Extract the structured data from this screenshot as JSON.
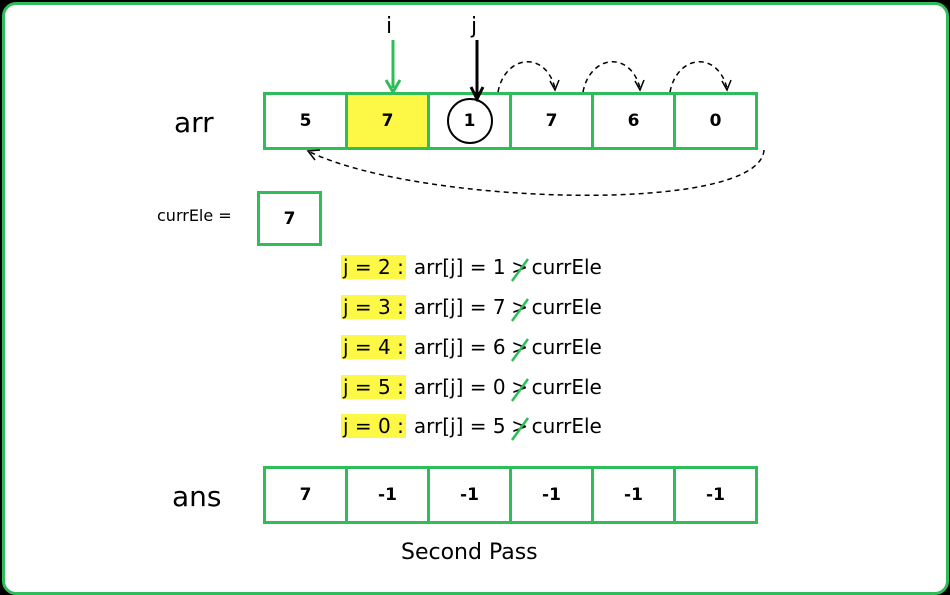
{
  "labels": {
    "arr": "arr",
    "ans": "ans",
    "curr_ele": "currEle =",
    "pointer_i": "i",
    "pointer_j": "j",
    "caption": "Second Pass"
  },
  "arr": [
    "5",
    "7",
    "1",
    "7",
    "6",
    "0"
  ],
  "ans": [
    "7",
    "-1",
    "-1",
    "-1",
    "-1",
    "-1"
  ],
  "curr_ele_value": "7",
  "steps": [
    {
      "j": "j = 2 :",
      "expr": "arr[j] = 1",
      "op": ">",
      "rhs": "currEle"
    },
    {
      "j": "j = 3 :",
      "expr": "arr[j] = 7",
      "op": ">",
      "rhs": "currEle"
    },
    {
      "j": "j = 4 :",
      "expr": "arr[j] = 6",
      "op": ">",
      "rhs": "currEle"
    },
    {
      "j": "j = 5 :",
      "expr": "arr[j] = 0",
      "op": ">",
      "rhs": "currEle"
    },
    {
      "j": "j = 0 :",
      "expr": "arr[j] = 5",
      "op": ">",
      "rhs": "currEle"
    }
  ],
  "colors": {
    "green": "#2ebd59",
    "highlight": "#fdf845",
    "black": "#000000"
  }
}
